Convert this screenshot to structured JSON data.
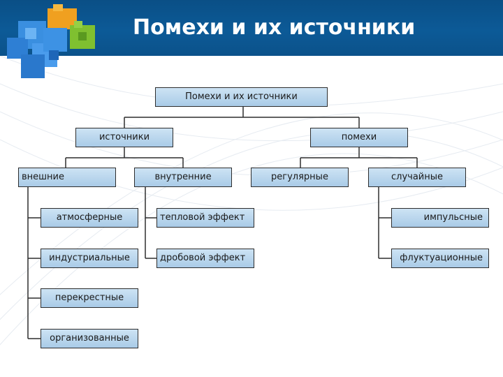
{
  "slide": {
    "title": "Помехи и их источники"
  },
  "diagram": {
    "root": "Помехи и их источники",
    "sources": "источники",
    "interference": "помехи",
    "external": "внешние",
    "internal": "внутренние",
    "regular": "регулярные",
    "random": "случайные",
    "atmospheric": "атмосферные",
    "industrial": "индустриальные",
    "crosstalk": "перекрестные",
    "organized": "организованные",
    "thermal": "тепловой эффект",
    "shot": "дробовой эффект",
    "impulse": "импульсные",
    "fluctuation": "флуктуационные"
  },
  "colors": {
    "header": "#0b5590",
    "box_top": "#cde3f4",
    "box_bottom": "#a9cbe7",
    "border": "#2d2d2d"
  },
  "icons": [
    "puzzle-cubes-logo"
  ]
}
